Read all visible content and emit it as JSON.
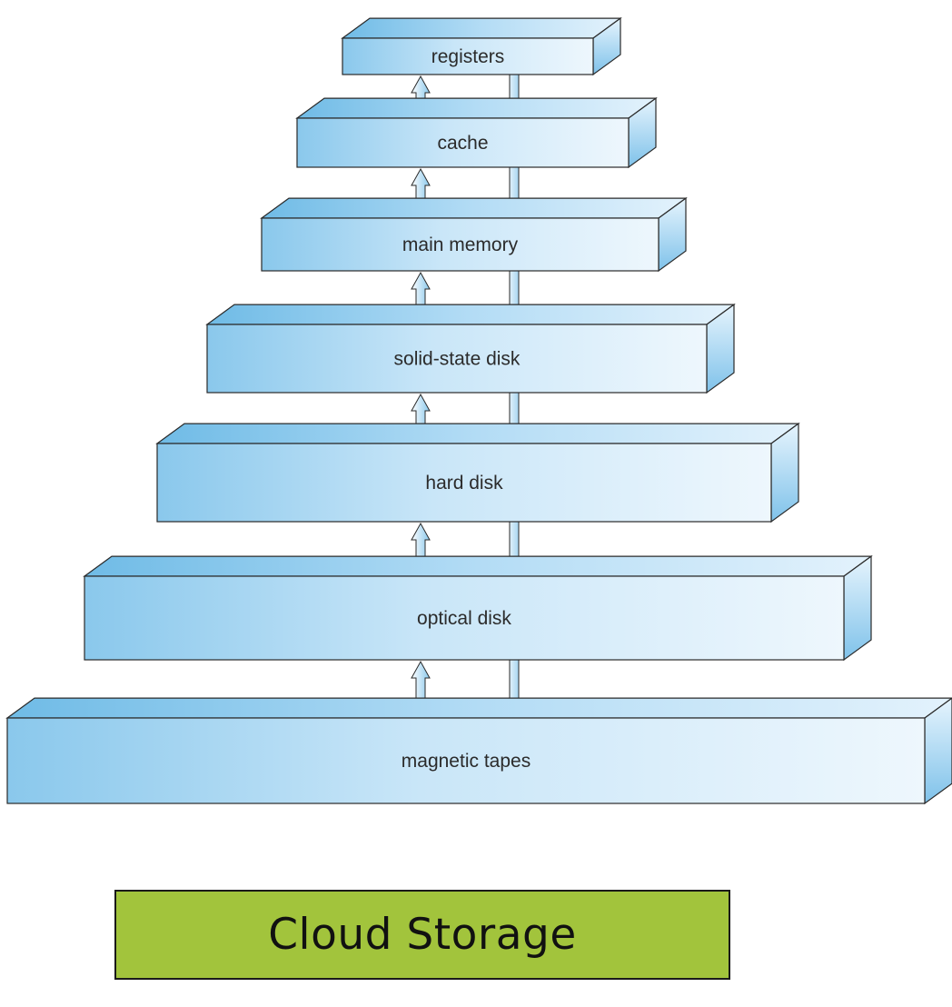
{
  "hierarchy": {
    "levels": [
      {
        "label": "registers"
      },
      {
        "label": "cache"
      },
      {
        "label": "main memory"
      },
      {
        "label": "solid-state disk"
      },
      {
        "label": "hard disk"
      },
      {
        "label": "optical disk"
      },
      {
        "label": "magnetic tapes"
      }
    ],
    "arrow_pairs": [
      {
        "from": "registers",
        "to": "cache",
        "directions": [
          "up",
          "down"
        ]
      },
      {
        "from": "cache",
        "to": "main memory",
        "directions": [
          "up",
          "down"
        ]
      },
      {
        "from": "main memory",
        "to": "solid-state disk",
        "directions": [
          "up",
          "down"
        ]
      },
      {
        "from": "solid-state disk",
        "to": "hard disk",
        "directions": [
          "up",
          "down"
        ]
      },
      {
        "from": "hard disk",
        "to": "optical disk",
        "directions": [
          "up",
          "down"
        ]
      },
      {
        "from": "optical disk",
        "to": "magnetic tapes",
        "directions": [
          "up",
          "down"
        ]
      }
    ]
  },
  "cloud": {
    "label": "Cloud Storage",
    "color": "#a2c43c"
  },
  "colors": {
    "box_light": "#eaf5fd",
    "box_dark": "#8ac8ec",
    "top_face": "#a8d8f4",
    "side_face": "#8ac8ec",
    "arrow_fill": "#8ac8ec",
    "outline": "#2a2a2a"
  }
}
